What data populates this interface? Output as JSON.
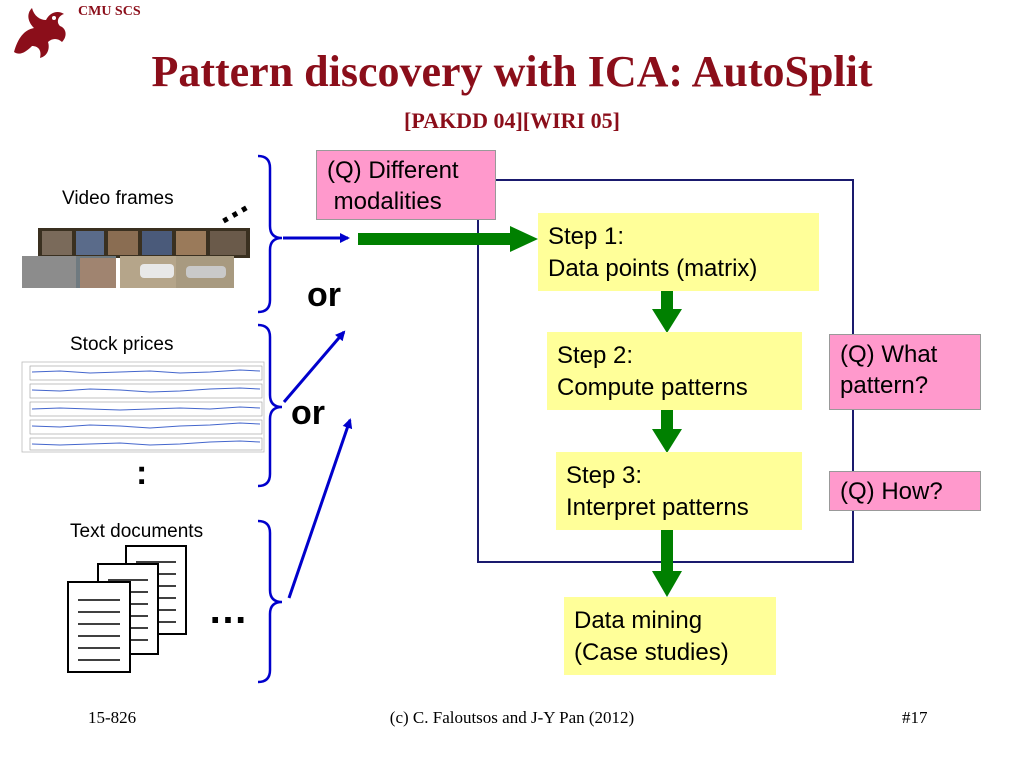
{
  "header": {
    "tag": "CMU SCS",
    "title": "Pattern discovery with ICA: AutoSplit",
    "subtitle": "[PAKDD 04][WIRI 05]"
  },
  "sources": {
    "video_label": "Video frames",
    "video_ellipsis": "…",
    "stock_label": "Stock prices",
    "stock_ellipsis": ":",
    "text_label": "Text documents",
    "text_ellipsis": "…"
  },
  "connectors": {
    "or_1": "or",
    "or_2": "or"
  },
  "questions": {
    "q1_line1": "(Q) Different",
    "q1_line2": " modalities",
    "q2_line1": "(Q) What",
    "q2_line2": "pattern?",
    "q3": "(Q) How?"
  },
  "steps": {
    "step1_line1": "Step 1:",
    "step1_line2": "Data points (matrix)",
    "step2_line1": "Step 2:",
    "step2_line2": "Compute patterns",
    "step3_line1": "Step 3:",
    "step3_line2": "Interpret patterns",
    "result_line1": "Data mining",
    "result_line2": "(Case studies)"
  },
  "footer": {
    "course": "15-826",
    "credit": "(c) C. Faloutsos and J-Y Pan (2012)",
    "slide": "#17"
  },
  "colors": {
    "title": "#8b0e1a",
    "step_fill": "#ffff99",
    "question_fill": "#ff99cc",
    "flow_arrow": "#008000",
    "source_arrow": "#0000cc"
  },
  "icons": {
    "logo": "dragon-logo-icon",
    "document": "document-icon"
  }
}
